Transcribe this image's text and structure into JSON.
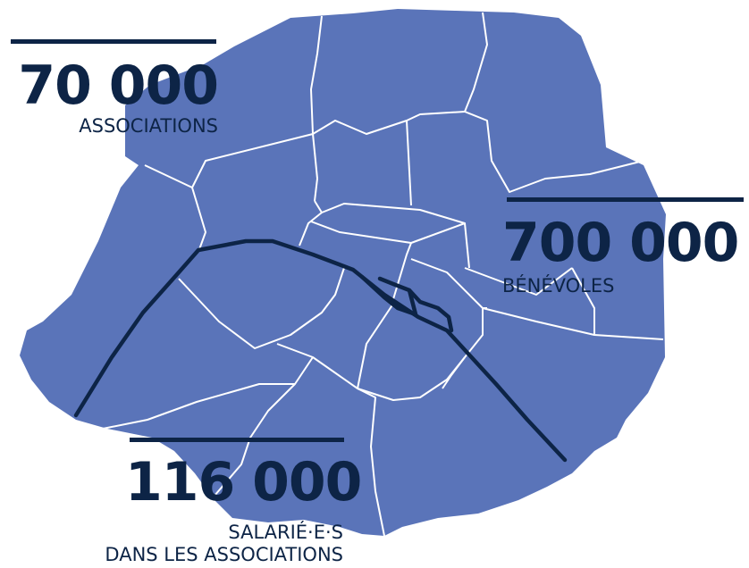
{
  "colors": {
    "map_fill": "#5a74b9",
    "district_border": "#ffffff",
    "seine": "#0d2446",
    "text": "#0d2446"
  },
  "stats": {
    "associations": {
      "value": "70 000",
      "label": "ASSOCIATIONS"
    },
    "benevoles": {
      "value": "700 000",
      "label": "BÉNÉVOLES"
    },
    "salaries": {
      "value": "116 000",
      "label_line1": "SALARIÉ·E·S",
      "label_line2": "DANS LES ASSOCIATIONS"
    }
  }
}
